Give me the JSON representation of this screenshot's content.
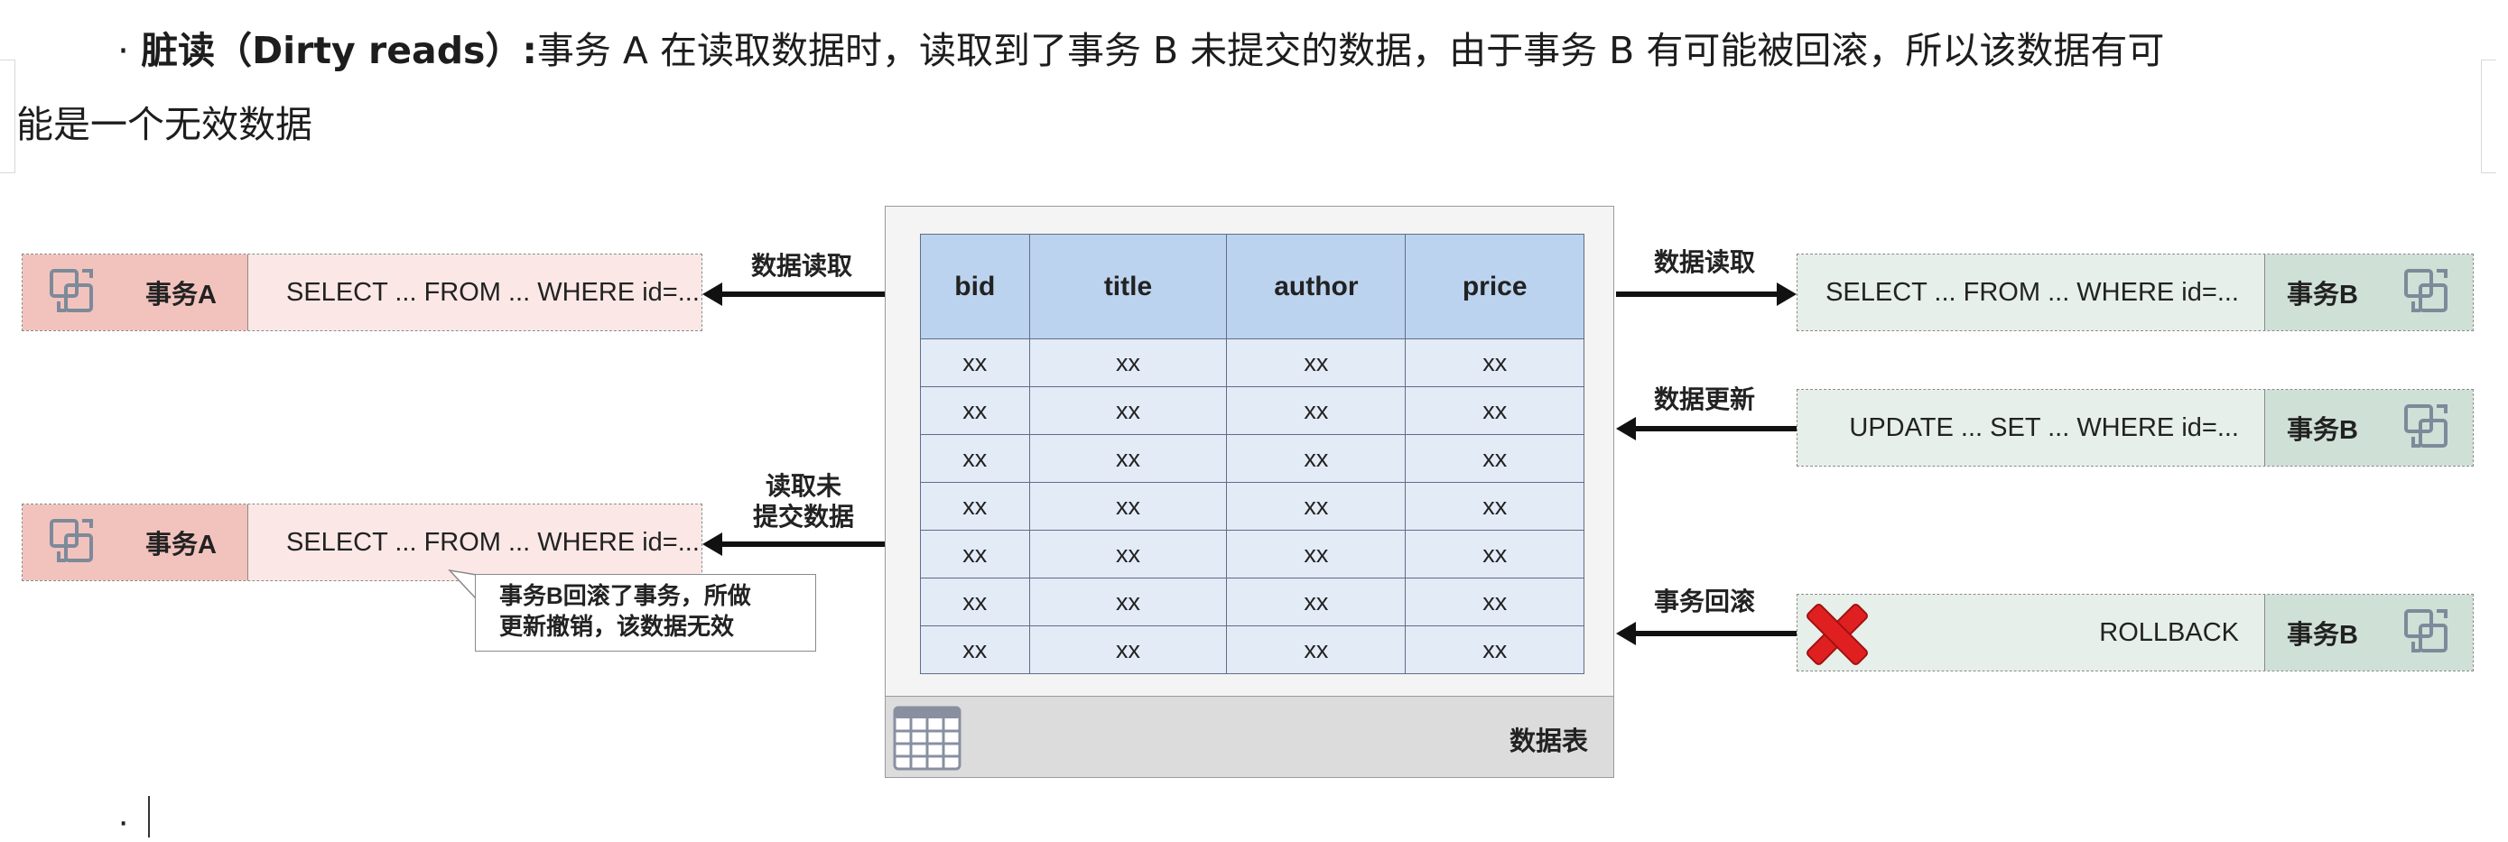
{
  "paragraph": {
    "bullet": "·",
    "term": "脏读（Dirty reads）:",
    "line1_rest": "事务 A 在读取数据时，读取到了事务 B 未提交的数据，由于事务 B 有可能被回滚，所以该数据有可",
    "line2": "能是一个无效数据"
  },
  "left_boxes": [
    {
      "label": "事务A",
      "sql": "SELECT ... FROM ... WHERE id=...",
      "arrow_label": "数据读取"
    },
    {
      "label": "事务A",
      "sql": "SELECT ... FROM ... WHERE id=...",
      "arrow_label_1": "读取未",
      "arrow_label_2": "提交数据"
    }
  ],
  "callout": {
    "line1": "事务B回滚了事务，所做",
    "line2": "更新撤销，该数据无效"
  },
  "right_boxes": [
    {
      "label": "事务B",
      "sql": "SELECT ... FROM ... WHERE id=...",
      "arrow_label": "数据读取"
    },
    {
      "label": "事务B",
      "sql": "UPDATE ... SET ... WHERE id=...",
      "arrow_label": "数据更新"
    },
    {
      "label": "事务B",
      "sql": "ROLLBACK",
      "arrow_label": "事务回滚"
    }
  ],
  "table": {
    "headers": [
      "bid",
      "title",
      "author",
      "price"
    ],
    "cell": "xx",
    "footer_label": "数据表"
  },
  "colors": {
    "tx_a_dark": "#f2c3bd",
    "tx_a_light": "#fbe8e6",
    "tx_b_dark": "#cfe0d6",
    "tx_b_light": "#e6efe9",
    "table_header": "#bcd3ef",
    "table_cell": "#e3ebf6",
    "rollback_x": "#e02020"
  },
  "icons": {
    "transaction": "transaction-icon",
    "table": "table-grid-icon",
    "rollback": "red-x-icon"
  }
}
